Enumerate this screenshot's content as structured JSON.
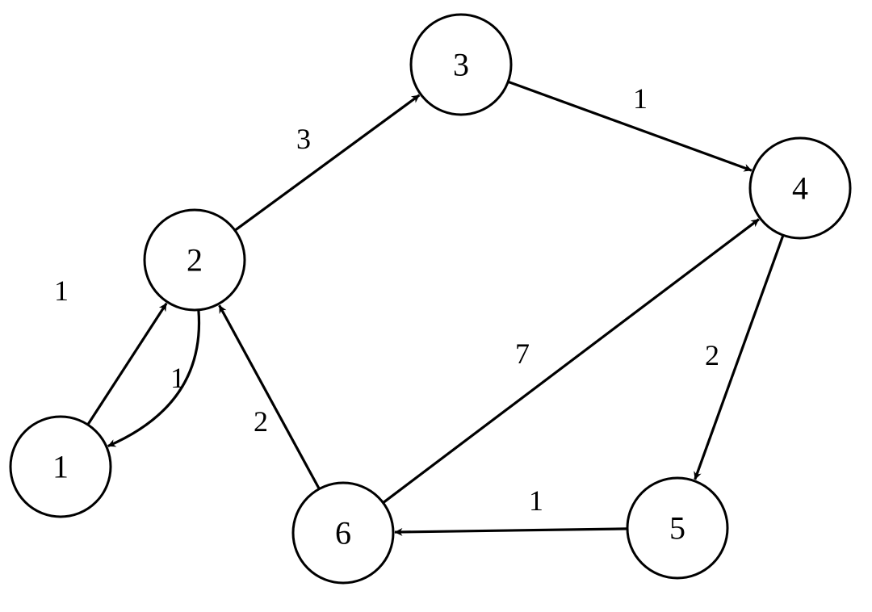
{
  "nodes": [
    {
      "id": "1",
      "label": "1"
    },
    {
      "id": "2",
      "label": "2"
    },
    {
      "id": "3",
      "label": "3"
    },
    {
      "id": "4",
      "label": "4"
    },
    {
      "id": "5",
      "label": "5"
    },
    {
      "id": "6",
      "label": "6"
    }
  ],
  "edges": [
    {
      "from": "1",
      "to": "2",
      "weight": "1"
    },
    {
      "from": "2",
      "to": "1",
      "weight": "1"
    },
    {
      "from": "2",
      "to": "3",
      "weight": "3"
    },
    {
      "from": "3",
      "to": "4",
      "weight": "1"
    },
    {
      "from": "4",
      "to": "5",
      "weight": "2"
    },
    {
      "from": "5",
      "to": "6",
      "weight": "1"
    },
    {
      "from": "6",
      "to": "2",
      "weight": "2"
    },
    {
      "from": "6",
      "to": "4",
      "weight": "7"
    }
  ],
  "colors": {
    "stroke": "#000000",
    "fill": "#ffffff"
  }
}
